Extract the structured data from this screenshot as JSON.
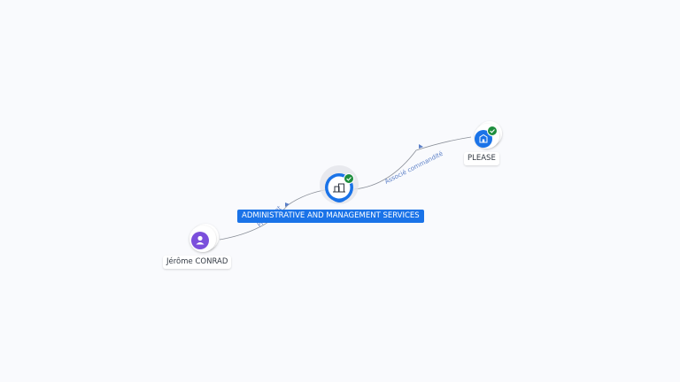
{
  "colors": {
    "background": "#f9fafd",
    "edge": "#8a8f98",
    "edge_label": "#5b7fc7",
    "company_primary": "#1a73e8",
    "person": "#7b4fdc",
    "verified": "#1e8e3e"
  },
  "nodes": {
    "center": {
      "label": "ADMINISTRATIVE AND MANAGEMENT SERVICES",
      "icon": "company-buildings-icon",
      "badge": "verified-check-icon"
    },
    "person": {
      "label": "Jérôme CONRAD",
      "icon": "person-icon"
    },
    "company": {
      "label": "PLEASE",
      "icon": "company-buildings-icon",
      "badge": "verified-check-icon"
    }
  },
  "edges": {
    "person_to_center": {
      "label": "Président"
    },
    "center_to_company": {
      "label": "Associé commandité"
    }
  }
}
